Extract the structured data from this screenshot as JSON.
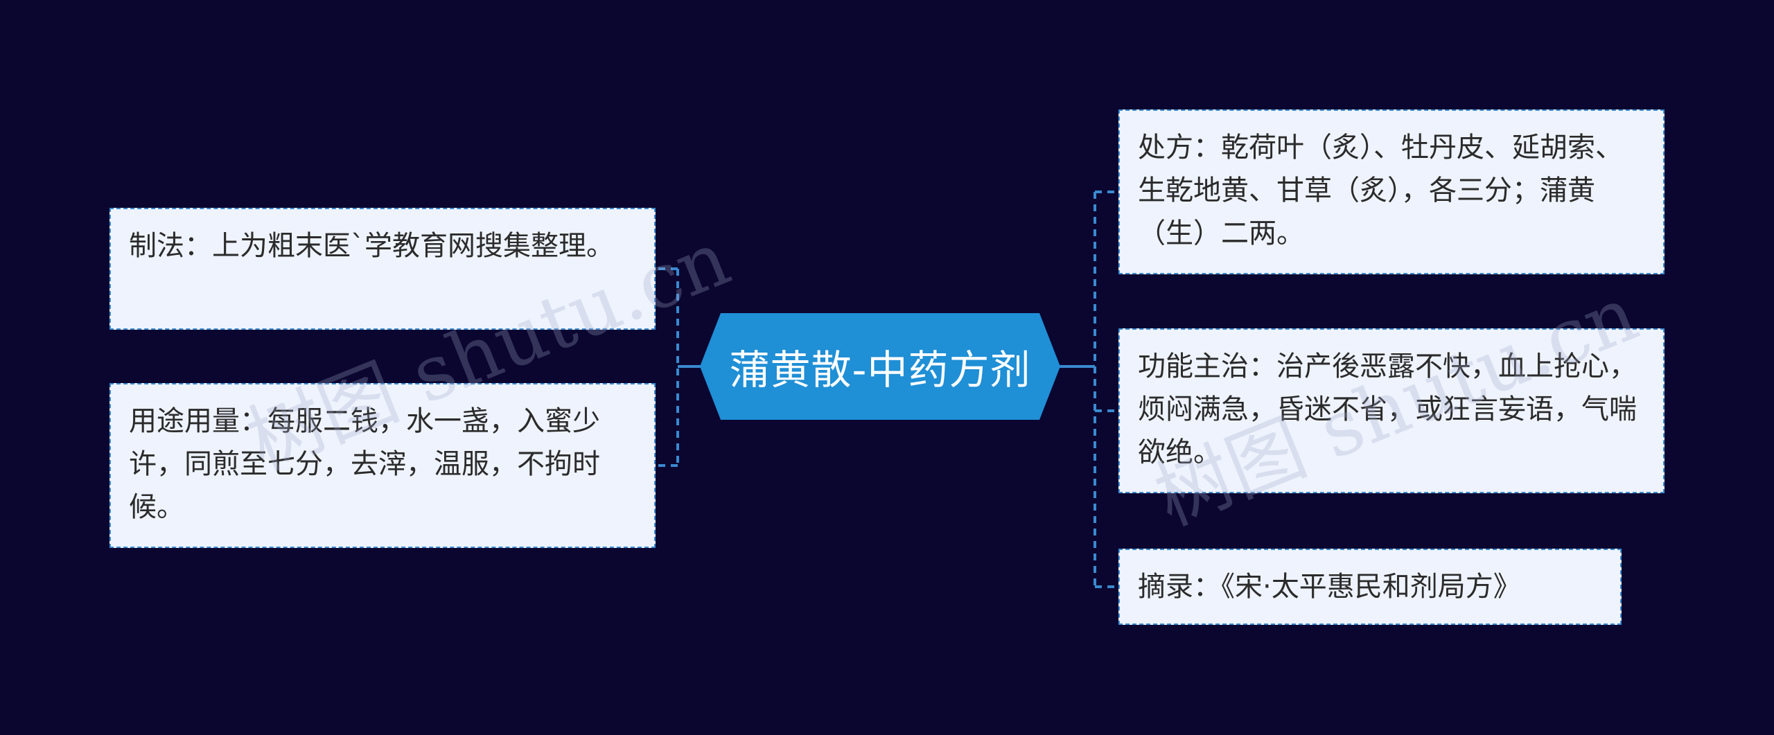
{
  "center": {
    "title": "蒲黄散-中药方剂"
  },
  "left_nodes": [
    {
      "text": "制法：上为粗末医`学教育网搜集整理。"
    },
    {
      "text": "用途用量：每服二钱，水一盏，入蜜少许，同煎至七分，去滓，温服，不拘时候。"
    }
  ],
  "right_nodes": [
    {
      "text": "处方：乾荷叶（炙）、牡丹皮、延胡索、生乾地黄、甘草（炙），各三分；蒲黄（生）二两。"
    },
    {
      "text": "功能主治：治产後恶露不快，血上抢心，烦闷满急，昏迷不省，或狂言妄语，气喘欲绝。"
    },
    {
      "text": "摘录：《宋·太平惠民和剂局方》"
    }
  ],
  "watermarks": [
    "树图 shutu.cn",
    "树图 shutu.cn"
  ],
  "colors": {
    "background": "#0b0630",
    "center_fill": "#1f8fd6",
    "node_fill": "#eef3fd",
    "connector": "#3a8ad0"
  }
}
